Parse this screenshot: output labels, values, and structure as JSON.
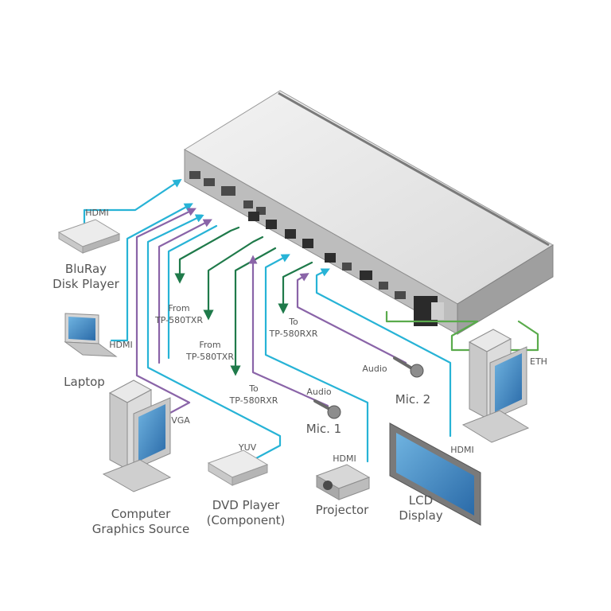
{
  "devices": {
    "bluray": {
      "line1": "BluRay",
      "line2": "Disk Player"
    },
    "laptop": {
      "label": "Laptop"
    },
    "computer": {
      "line1": "Computer",
      "line2": "Graphics Source"
    },
    "dvd": {
      "line1": "DVD Player",
      "line2": "(Component)"
    },
    "mic1": {
      "label": "Mic. 1"
    },
    "mic2": {
      "label": "Mic. 2"
    },
    "projector": {
      "label": "Projector"
    },
    "lcd": {
      "line1": "LCD",
      "line2": "Display"
    }
  },
  "cables": {
    "hdmi_bluray": "HDMI",
    "hdmi_laptop": "HDMI",
    "vga": "VGA",
    "yuv": "YUV",
    "audio_mic1": "Audio",
    "audio_mic2": "Audio",
    "hdmi_projector": "HDMI",
    "hdmi_lcd": "HDMI",
    "eth": "ETH"
  },
  "links": {
    "from_txr_1": {
      "line1": "From",
      "line2": "TP-580TXR"
    },
    "from_txr_2": {
      "line1": "From",
      "line2": "TP-580TXR"
    },
    "to_rxr_1": {
      "line1": "To",
      "line2": "TP-580RXR"
    },
    "to_rxr_2": {
      "line1": "To",
      "line2": "TP-580RXR"
    }
  },
  "colors": {
    "hdmi": "#27b3d6",
    "analog": "#8a64a8",
    "hdbaset": "#1f7a4a",
    "ethernet": "#5aab4c"
  }
}
